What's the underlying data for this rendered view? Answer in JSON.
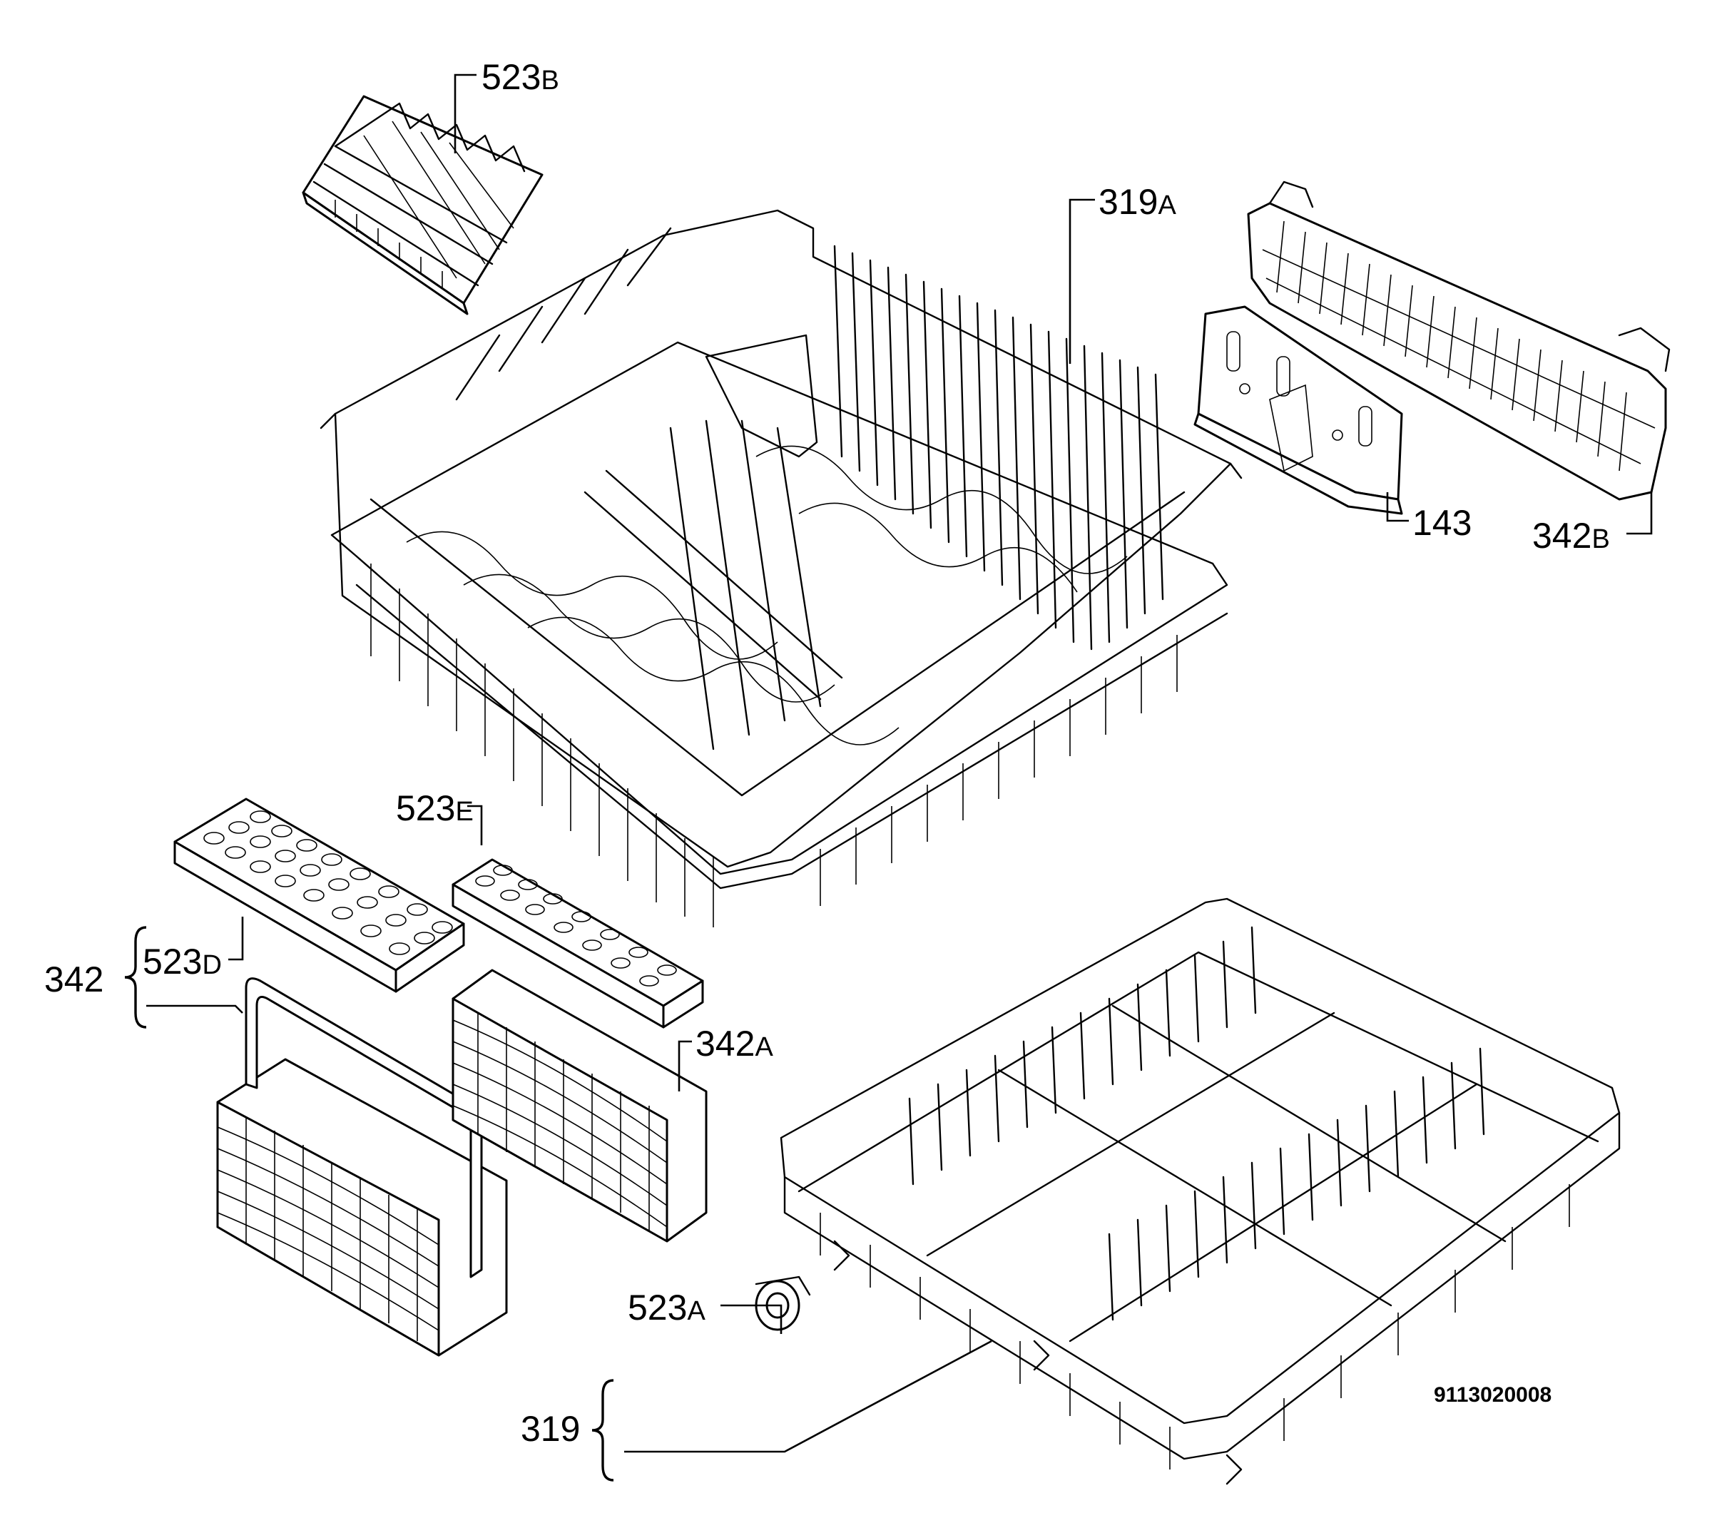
{
  "drawing_id": "9113020008",
  "callouts": {
    "c523b": {
      "num": "523",
      "suffix": "B"
    },
    "c319a": {
      "num": "319",
      "suffix": "A"
    },
    "c143": {
      "num": "143",
      "suffix": ""
    },
    "c342b": {
      "num": "342",
      "suffix": "B"
    },
    "c523e": {
      "num": "523",
      "suffix": "E"
    },
    "c342": {
      "num": "342",
      "suffix": ""
    },
    "c523d": {
      "num": "523",
      "suffix": "D"
    },
    "c342a": {
      "num": "342",
      "suffix": "A"
    },
    "c523a": {
      "num": "523",
      "suffix": "A"
    },
    "c319": {
      "num": "319",
      "suffix": ""
    }
  }
}
